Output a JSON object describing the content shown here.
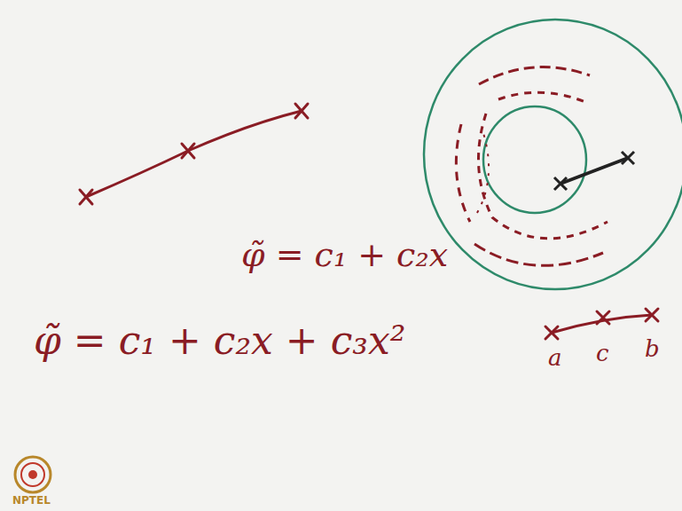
{
  "diagram": {
    "labels": [
      "φ̃ = c₁ + c₂x",
      "φ̃ = c₁ + c₂x + c₃x²",
      "a",
      "c",
      "b",
      "NPTEL"
    ]
  }
}
